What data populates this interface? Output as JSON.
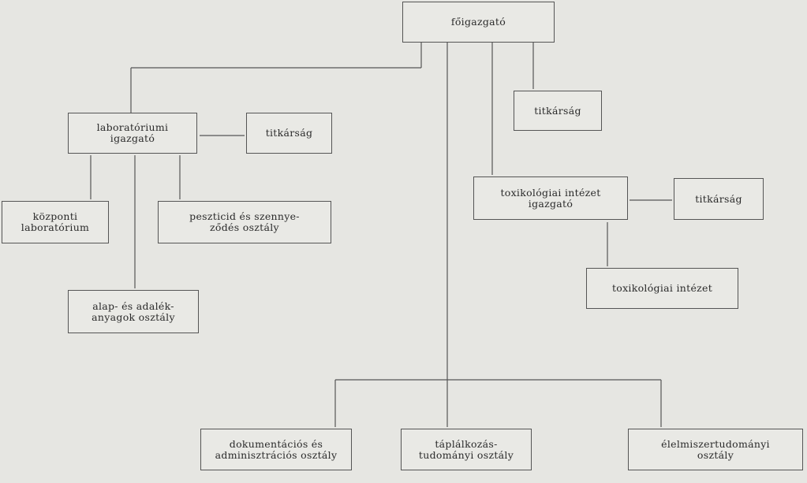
{
  "diagram": {
    "boxes": {
      "director_general": "főigazgató",
      "lab_director": "laboratóriumi\nigazgató",
      "lab_secretariat": "titkárság",
      "central_lab": "központi\nlaboratórium",
      "pesticide_dept": "peszticid és szennye-\nződés osztály",
      "additives_dept": "alap- és adalék-\nanyagok osztály",
      "dg_secretariat": "titkárság",
      "tox_director": "toxikológiai intézet\nigazgató",
      "tox_secretariat": "titkárság",
      "tox_institute": "toxikológiai intézet",
      "documentation_dept": "dokumentációs és\nadminisztrációs osztály",
      "nutrition_dept": "táplálkozás-\ntudományi osztály",
      "food_science_dept": "élelmiszertudományi\nosztály"
    }
  }
}
